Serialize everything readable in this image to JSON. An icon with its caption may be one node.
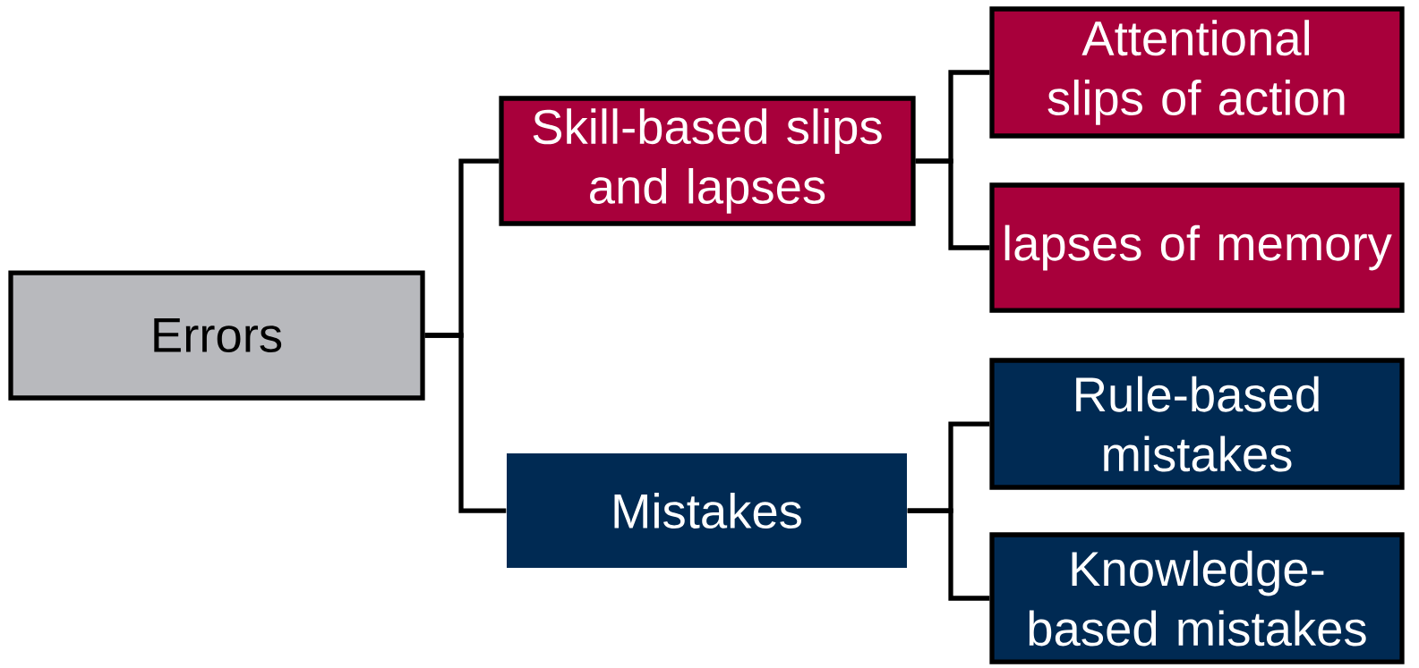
{
  "diagram": {
    "nodes": [
      {
        "text": [
          "Errors"
        ]
      },
      {
        "text": [
          "Skill-based slips and lapses"
        ]
      },
      {
        "text": [
          "Mistakes"
        ]
      },
      {
        "text": [
          "Attentional slips of action"
        ]
      },
      {
        "text": [
          "lapses of memory"
        ]
      },
      {
        "text": [
          "Rule-based mistakes"
        ]
      },
      {
        "text": [
          "Knowledge-based mistakes"
        ]
      }
    ],
    "edges": [
      {
        "from": 0,
        "to": 1,
        "arrow": "none"
      },
      {
        "from": 0,
        "to": 2,
        "arrow": "none"
      },
      {
        "from": 1,
        "to": 3,
        "arrow": "none"
      },
      {
        "from": 1,
        "to": 4,
        "arrow": "none"
      },
      {
        "from": 2,
        "to": 5,
        "arrow": "none"
      },
      {
        "from": 2,
        "to": 6,
        "arrow": "none"
      }
    ]
  }
}
